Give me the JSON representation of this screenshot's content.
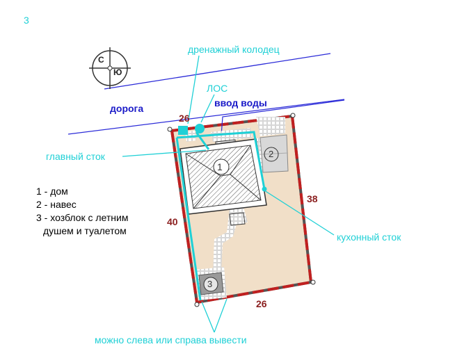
{
  "figure_number": "3",
  "compass": {
    "north": "С",
    "south": "Ю"
  },
  "labels": {
    "road": "дорога",
    "water_inlet": "ввод воды",
    "drainage_well": "дренажный колодец",
    "los": "ЛОС",
    "main_drain": "главный сток",
    "kitchen_drain": "кухонный сток",
    "exit_note": "можно слева или справа вывести"
  },
  "dimensions": {
    "top": "26",
    "bottom": "26",
    "left": "40",
    "right": "38"
  },
  "buildings": {
    "house": "1",
    "canopy": "2",
    "outbuilding": "3"
  },
  "legend": [
    "1 - дом",
    "2 - навес",
    "3 - хозблок с летним",
    "душем и туалетом"
  ],
  "colors": {
    "annotation": "#1fd0d6",
    "road_text": "#1a1ac8",
    "dimension": "#8b1f1f",
    "plot_fill": "#f1dfc8",
    "boundary": "#b22222"
  }
}
